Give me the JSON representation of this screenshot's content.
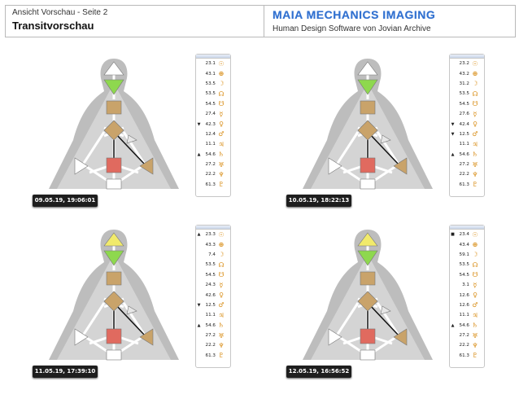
{
  "header": {
    "subtitle": "Ansicht Vorschau - Seite 2",
    "title": "Transitvorschau",
    "brand": "MAIA MECHANICS IMAGING",
    "brand_sub": "Human Design Software von Jovian Archive"
  },
  "colors": {
    "head": "#f1ea6b",
    "ajna": "#8ed84e",
    "throat": "#c9a36a",
    "g": "#c9a36a",
    "heart": "#e6e6e6",
    "sacral": "#e06a5f",
    "spleen": "#d4a36d",
    "solar": "#c9a36a",
    "root": "#c9a36a",
    "glyph": "#d98f1a"
  },
  "panels": [
    {
      "timestamp": "09.05.19, 19:06:01",
      "head_defined": false,
      "planets": [
        {
          "mark": "",
          "gate": "23.1",
          "glyph": "☉"
        },
        {
          "mark": "",
          "gate": "43.1",
          "glyph": "⊕"
        },
        {
          "mark": "",
          "gate": "53.5",
          "glyph": "☽"
        },
        {
          "mark": "",
          "gate": "53.5",
          "glyph": "☊"
        },
        {
          "mark": "",
          "gate": "54.5",
          "glyph": "☋"
        },
        {
          "mark": "",
          "gate": "27.4",
          "glyph": "☿"
        },
        {
          "mark": "▼",
          "gate": "42.3",
          "glyph": "♀"
        },
        {
          "mark": "",
          "gate": "12.4",
          "glyph": "♂"
        },
        {
          "mark": "",
          "gate": "11.1",
          "glyph": "♃"
        },
        {
          "mark": "▲",
          "gate": "54.6",
          "glyph": "♄"
        },
        {
          "mark": "",
          "gate": "27.2",
          "glyph": "♅"
        },
        {
          "mark": "",
          "gate": "22.2",
          "glyph": "♆"
        },
        {
          "mark": "",
          "gate": "61.3",
          "glyph": "♇"
        }
      ]
    },
    {
      "timestamp": "10.05.19, 18:22:13",
      "head_defined": false,
      "planets": [
        {
          "mark": "",
          "gate": "23.2",
          "glyph": "☉"
        },
        {
          "mark": "",
          "gate": "43.2",
          "glyph": "⊕"
        },
        {
          "mark": "",
          "gate": "31.2",
          "glyph": "☽"
        },
        {
          "mark": "",
          "gate": "53.5",
          "glyph": "☊"
        },
        {
          "mark": "",
          "gate": "54.5",
          "glyph": "☋"
        },
        {
          "mark": "",
          "gate": "27.6",
          "glyph": "☿"
        },
        {
          "mark": "▼",
          "gate": "42.4",
          "glyph": "♀"
        },
        {
          "mark": "▼",
          "gate": "12.5",
          "glyph": "♂"
        },
        {
          "mark": "",
          "gate": "11.1",
          "glyph": "♃"
        },
        {
          "mark": "▲",
          "gate": "54.6",
          "glyph": "♄"
        },
        {
          "mark": "",
          "gate": "27.2",
          "glyph": "♅"
        },
        {
          "mark": "",
          "gate": "22.2",
          "glyph": "♆"
        },
        {
          "mark": "",
          "gate": "61.3",
          "glyph": "♇"
        }
      ]
    },
    {
      "timestamp": "11.05.19, 17:39:10",
      "head_defined": true,
      "planets": [
        {
          "mark": "▲",
          "gate": "23.3",
          "glyph": "☉"
        },
        {
          "mark": "",
          "gate": "43.3",
          "glyph": "⊕"
        },
        {
          "mark": "",
          "gate": "7.4",
          "glyph": "☽"
        },
        {
          "mark": "",
          "gate": "53.5",
          "glyph": "☊"
        },
        {
          "mark": "",
          "gate": "54.5",
          "glyph": "☋"
        },
        {
          "mark": "",
          "gate": "24.3",
          "glyph": "☿"
        },
        {
          "mark": "",
          "gate": "42.6",
          "glyph": "♀"
        },
        {
          "mark": "▼",
          "gate": "12.5",
          "glyph": "♂"
        },
        {
          "mark": "",
          "gate": "11.1",
          "glyph": "♃"
        },
        {
          "mark": "▲",
          "gate": "54.6",
          "glyph": "♄"
        },
        {
          "mark": "",
          "gate": "27.2",
          "glyph": "♅"
        },
        {
          "mark": "",
          "gate": "22.2",
          "glyph": "♆"
        },
        {
          "mark": "",
          "gate": "61.3",
          "glyph": "♇"
        }
      ]
    },
    {
      "timestamp": "12.05.19, 16:56:52",
      "head_defined": true,
      "planets": [
        {
          "mark": "■",
          "gate": "23.4",
          "glyph": "☉"
        },
        {
          "mark": "",
          "gate": "43.4",
          "glyph": "⊕"
        },
        {
          "mark": "",
          "gate": "59.1",
          "glyph": "☽"
        },
        {
          "mark": "",
          "gate": "53.5",
          "glyph": "☊"
        },
        {
          "mark": "",
          "gate": "54.5",
          "glyph": "☋"
        },
        {
          "mark": "",
          "gate": "3.1",
          "glyph": "☿"
        },
        {
          "mark": "",
          "gate": "12.6",
          "glyph": "♀"
        },
        {
          "mark": "",
          "gate": "12.6",
          "glyph": "♂"
        },
        {
          "mark": "",
          "gate": "11.1",
          "glyph": "♃"
        },
        {
          "mark": "▲",
          "gate": "54.6",
          "glyph": "♄"
        },
        {
          "mark": "",
          "gate": "27.2",
          "glyph": "♅"
        },
        {
          "mark": "",
          "gate": "22.2",
          "glyph": "♆"
        },
        {
          "mark": "",
          "gate": "61.3",
          "glyph": "♇"
        }
      ]
    }
  ]
}
